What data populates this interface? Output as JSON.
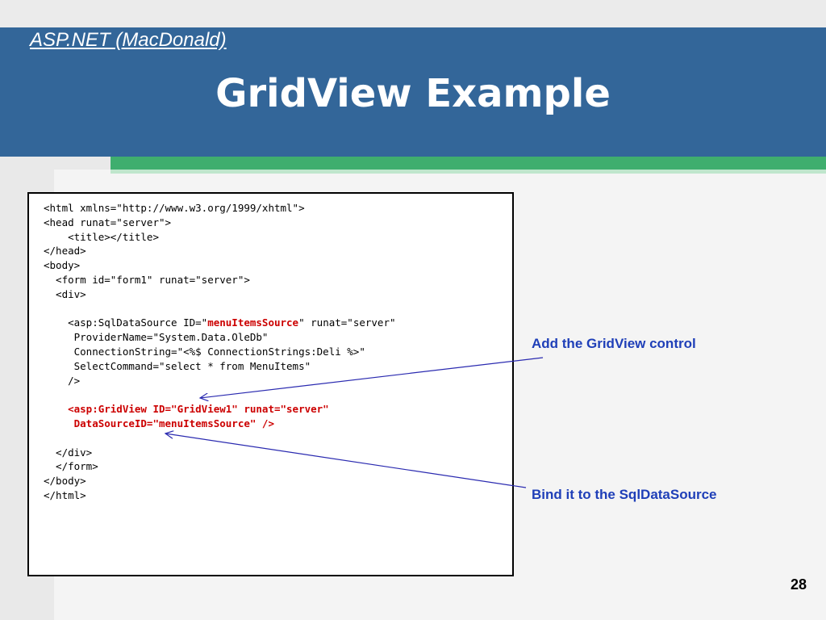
{
  "header": {
    "course_link": "ASP.NET (MacDonald)",
    "title": "GridView Example"
  },
  "code_lines": [
    [
      {
        "t": "<html xmlns=\"http://www.w3.org/1999/xhtml\">"
      }
    ],
    [
      {
        "t": "<head runat=\"server\">"
      }
    ],
    [
      {
        "t": "    <title></title>"
      }
    ],
    [
      {
        "t": "</head>"
      }
    ],
    [
      {
        "t": "<body>"
      }
    ],
    [
      {
        "t": "  <form id=\"form1\" runat=\"server\">"
      }
    ],
    [
      {
        "t": "  <div>"
      }
    ],
    [
      {
        "t": ""
      }
    ],
    [
      {
        "t": "    <asp:SqlDataSource ID=\""
      },
      {
        "t": "menuItemsSource",
        "hl": true
      },
      {
        "t": "\" runat=\"server\""
      }
    ],
    [
      {
        "t": "     ProviderName=\"System.Data.OleDb\""
      }
    ],
    [
      {
        "t": "     ConnectionString=\"<%$ ConnectionStrings:Deli %>\""
      }
    ],
    [
      {
        "t": "     SelectCommand=\"select * from MenuItems\""
      }
    ],
    [
      {
        "t": "    />"
      }
    ],
    [
      {
        "t": ""
      }
    ],
    [
      {
        "t": "    <asp:GridView ID=\"GridView1\" runat=\"server\"",
        "hl": true
      }
    ],
    [
      {
        "t": "     DataSourceID=\"menuItemsSource\" />",
        "hl": true
      }
    ],
    [
      {
        "t": ""
      }
    ],
    [
      {
        "t": "  </div>"
      }
    ],
    [
      {
        "t": "  </form>"
      }
    ],
    [
      {
        "t": "</body>"
      }
    ],
    [
      {
        "t": "</html>"
      }
    ]
  ],
  "annotations": {
    "add_gridview": "Add the GridView control",
    "bind_datasource": "Bind it to the SqlDataSource"
  },
  "colors": {
    "header_blue": "#336699",
    "accent_green": "#3fae6e",
    "highlight_red": "#cc0000",
    "annotation_blue": "#1f3fb8"
  },
  "page_number": "28"
}
